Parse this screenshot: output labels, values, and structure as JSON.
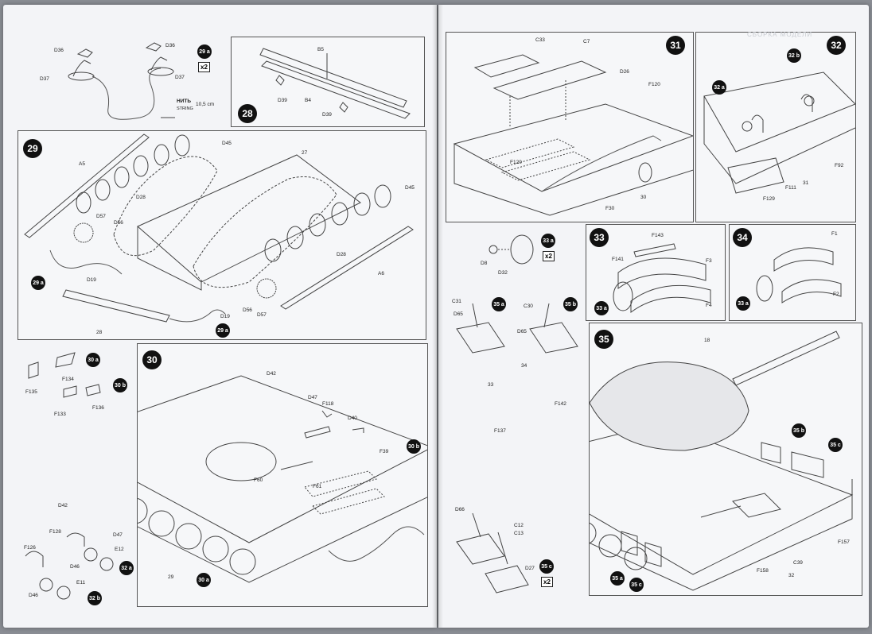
{
  "steps": {
    "s28": {
      "number": "28",
      "labels": {
        "b5": "B5",
        "b4": "B4",
        "d39a": "D39",
        "d39b": "D39"
      }
    },
    "s29a": {
      "number": "29 a",
      "qty": "x2",
      "labels": {
        "d36a": "D36",
        "d36b": "D36",
        "d37a": "D37",
        "d37b": "D37",
        "string_ru": "НИТЬ",
        "string_en": "STRING",
        "length": "10,5 cm"
      }
    },
    "s29": {
      "number": "29",
      "labels": {
        "a5": "A5",
        "d45a": "D45",
        "d45b": "D45",
        "n27": "27",
        "d28a": "D28",
        "d28b": "D28",
        "d57a": "D57",
        "d57b": "D57",
        "d56a": "D56",
        "d56b": "D56",
        "d19a": "D19",
        "d19b": "D19",
        "a6": "A6",
        "n28": "28"
      },
      "subs": {
        "a": "29 a",
        "b": "29 a"
      }
    },
    "s30": {
      "number": "30",
      "labels": {
        "d42a": "D42",
        "d42b": "D42",
        "d47": "D47",
        "f118": "F118",
        "d40": "D40",
        "f39": "F39",
        "f60": "F60",
        "f61": "F61",
        "n29": "29"
      },
      "subs": {
        "b": "30 b",
        "a": "30 a"
      }
    },
    "s30a": {
      "number": "30 a",
      "labels": {
        "f134": "F134",
        "f135": "F135"
      }
    },
    "s30b": {
      "number": "30 b",
      "labels": {
        "f133": "F133",
        "f136": "F136"
      }
    },
    "s32a": {
      "number": "32 a",
      "labels": {
        "f128": "F128",
        "d47": "D47",
        "d46": "D46",
        "e12": "E12"
      }
    },
    "s32b": {
      "number": "32 b",
      "labels": {
        "f126": "F126",
        "d46": "D46",
        "e11": "E11"
      }
    },
    "s31": {
      "number": "31",
      "labels": {
        "c33": "C33",
        "c7": "C7",
        "d26": "D26",
        "f120a": "F120",
        "f120b": "F120",
        "f30": "F30",
        "n30": "30"
      }
    },
    "s32": {
      "number": "32",
      "labels": {
        "f92": "F92",
        "f111": "F111",
        "f129": "F129",
        "n31": "31"
      },
      "subs": {
        "a": "32 a",
        "b": "32 b"
      }
    },
    "s33a": {
      "number": "33 a",
      "qty": "x2",
      "labels": {
        "d8": "D8",
        "d32": "D32"
      }
    },
    "s33": {
      "number": "33",
      "labels": {
        "f143": "F143",
        "f141": "F141",
        "f3": "F3",
        "f4": "F4"
      },
      "subs": {
        "a": "33 a"
      }
    },
    "s34": {
      "number": "34",
      "labels": {
        "f1": "F1",
        "f2": "F2"
      },
      "subs": {
        "a": "33 a"
      }
    },
    "s35a": {
      "number": "35 a",
      "labels": {
        "c31": "C31",
        "d65": "D65"
      }
    },
    "s35b": {
      "number": "35 b",
      "labels": {
        "c30": "C30",
        "d65": "D65"
      }
    },
    "s35c": {
      "number": "35 c",
      "qty": "x2",
      "labels": {
        "d66": "D66",
        "c12": "C12",
        "c13": "C13",
        "d27": "D27"
      }
    },
    "s35": {
      "number": "35",
      "labels": {
        "n18": "18",
        "n33": "33",
        "n34": "34",
        "f142": "F142",
        "f137": "F137",
        "f157": "F157",
        "f158": "F158",
        "c39": "C39",
        "n32": "32"
      },
      "subs": {
        "b": "35 b",
        "c": "35 c",
        "a": "35 a",
        "c2": "35 c"
      }
    }
  },
  "faint_header": "СБОРКА МОДЕЛИ"
}
